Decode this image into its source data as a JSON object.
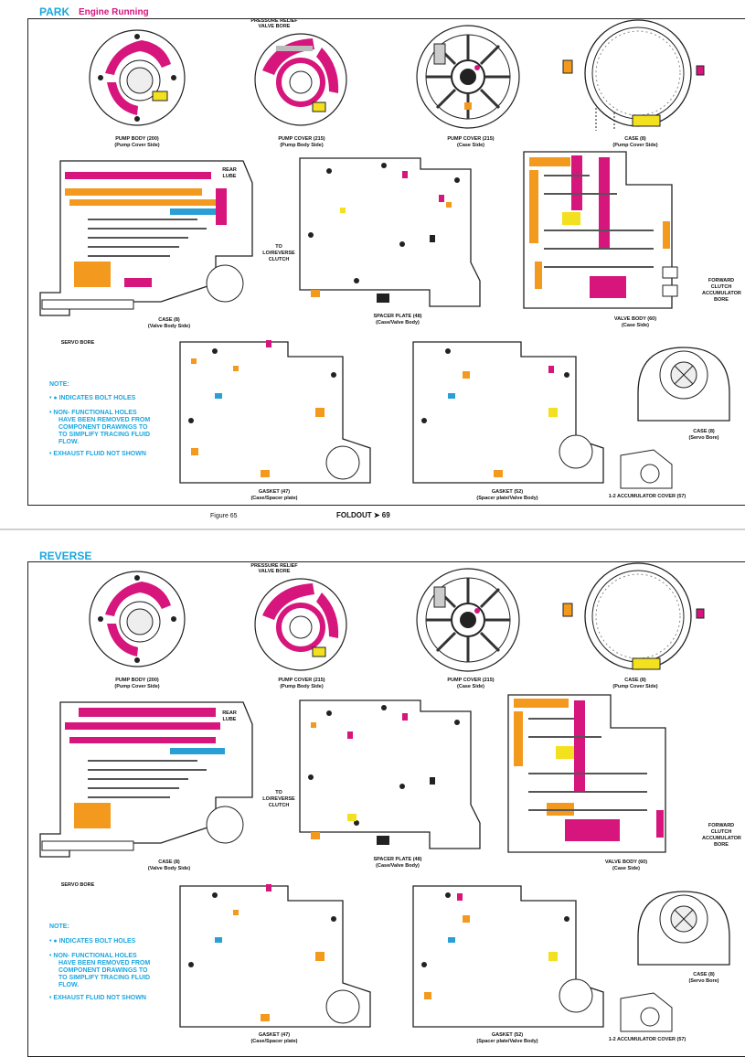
{
  "sections": [
    {
      "title": "PARK",
      "subtitle": "Engine Running",
      "labels": {
        "pump_body": "PUMP BODY (200)",
        "pump_body_sub": "(Pump Cover Side)",
        "pump_cover_a": "PUMP COVER (215)",
        "pump_cover_a_sub": "(Pump Body Side)",
        "pump_cover_b": "PUMP COVER (215)",
        "pump_cover_b_sub": "(Case Side)",
        "case_pump": "CASE (8)",
        "case_pump_sub": "(Pump Cover Side)",
        "pressure_relief": "PRESSURE RELIEF",
        "pressure_relief_sub": "VALVE BORE",
        "case_valve": "CASE (8)",
        "case_valve_sub": "(Valve Body Side)",
        "spacer": "SPACER PLATE (48)",
        "spacer_sub": "(Case/Valve Body)",
        "valve_body": "VALVE BODY (60)",
        "valve_body_sub": "(Case Side)",
        "gasket47": "GASKET (47)",
        "gasket47_sub": "(Case/Spacer plate)",
        "gasket52": "GASKET (52)",
        "gasket52_sub": "(Spacer plate/Valve Body)",
        "case_servo": "CASE (8)",
        "case_servo_sub": "(Servo Bore)",
        "accum": "1-2 ACCUMULATOR COVER (57)",
        "rear_lube": "REAR",
        "rear_lube_2": "LUBE",
        "to_lr": "TO",
        "to_lr_2": "LO/REVERSE",
        "to_lr_3": "CLUTCH",
        "servo_bore": "SERVO BORE",
        "fwd": "FORWARD",
        "fwd_2": "CLUTCH",
        "fwd_3": "ACCUMULATOR",
        "fwd_4": "BORE"
      },
      "note": {
        "heading": "NOTE:",
        "item1": "• ● INDICATES BOLT HOLES",
        "item2a": "• NON- FUNCTIONAL HOLES",
        "item2b": "HAVE BEEN REMOVED FROM",
        "item2c": "COMPONENT DRAWINGS TO",
        "item2d": "TO SIMPLIFY TRACING FLUID",
        "item2e": "FLOW.",
        "item3": "• EXHAUST FLUID NOT SHOWN"
      }
    },
    {
      "title": "REVERSE",
      "subtitle": "",
      "labels": {
        "pump_body": "PUMP BODY (200)",
        "pump_body_sub": "(Pump Cover Side)",
        "pump_cover_a": "PUMP COVER (215)",
        "pump_cover_a_sub": "(Pump Body Side)",
        "pump_cover_b": "PUMP COVER (215)",
        "pump_cover_b_sub": "(Case Side)",
        "case_pump": "CASE (8)",
        "case_pump_sub": "(Pump Cover Side)",
        "pressure_relief": "PRESSURE RELIEF",
        "pressure_relief_sub": "VALVE BORE",
        "case_valve": "CASE (8)",
        "case_valve_sub": "(Valve Body Side)",
        "spacer": "SPACER PLATE (48)",
        "spacer_sub": "(Case/Valve Body)",
        "valve_body": "VALVE BODY (60)",
        "valve_body_sub": "(Case Side)",
        "gasket47": "GASKET (47)",
        "gasket47_sub": "(Case/Spacer plate)",
        "gasket52": "GASKET (52)",
        "gasket52_sub": "(Spacer plate/Valve Body)",
        "case_servo": "CASE (8)",
        "case_servo_sub": "(Servo Bore)",
        "accum": "1-2 ACCUMULATOR COVER (57)",
        "rear_lube": "REAR",
        "rear_lube_2": "LUBE",
        "to_lr": "TO",
        "to_lr_2": "LO/REVERSE",
        "to_lr_3": "CLUTCH",
        "servo_bore": "SERVO BORE",
        "fwd": "FORWARD",
        "fwd_2": "CLUTCH",
        "fwd_3": "ACCUMULATOR",
        "fwd_4": "BORE"
      },
      "note": {
        "heading": "NOTE:",
        "item1": "• ● INDICATES BOLT HOLES",
        "item2a": "• NON- FUNCTIONAL HOLES",
        "item2b": "HAVE BEEN REMOVED FROM",
        "item2c": "COMPONENT DRAWINGS TO",
        "item2d": "TO SIMPLIFY TRACING FLUID",
        "item2e": "FLOW.",
        "item3": "• EXHAUST FLUID NOT SHOWN"
      }
    }
  ],
  "footer": {
    "figure": "Figure 65",
    "foldout": "FOLDOUT ➤ 69"
  },
  "colors": {
    "title": "#1aa7e0",
    "subtitle": "#d6157d",
    "magenta": "#d6157d",
    "orange": "#f39a1e",
    "yellow": "#f3e01e",
    "blue": "#2a9fd6",
    "line": "#222222"
  }
}
